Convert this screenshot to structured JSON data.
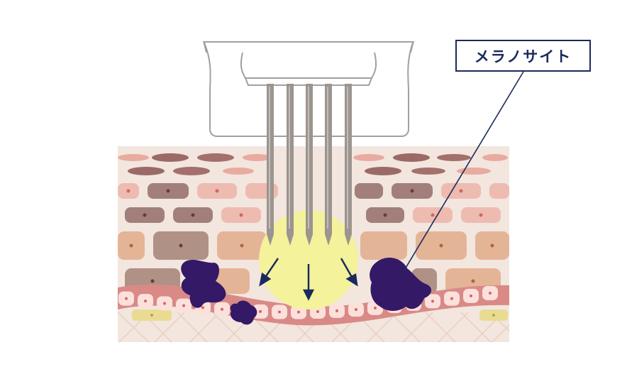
{
  "label": {
    "text": "メラノサイト"
  },
  "colors": {
    "navy": "#1b2a5c",
    "skin_bg": "#f2e6df",
    "melanocyte": "#331966",
    "yellow_zone": "#f4f29a",
    "needle": "#9c948f",
    "device": "#ffffff",
    "device_outline": "#a59f9a"
  },
  "icons": [
    "microneedle-device",
    "needle",
    "melanocyte-cell",
    "energy-arrow"
  ]
}
